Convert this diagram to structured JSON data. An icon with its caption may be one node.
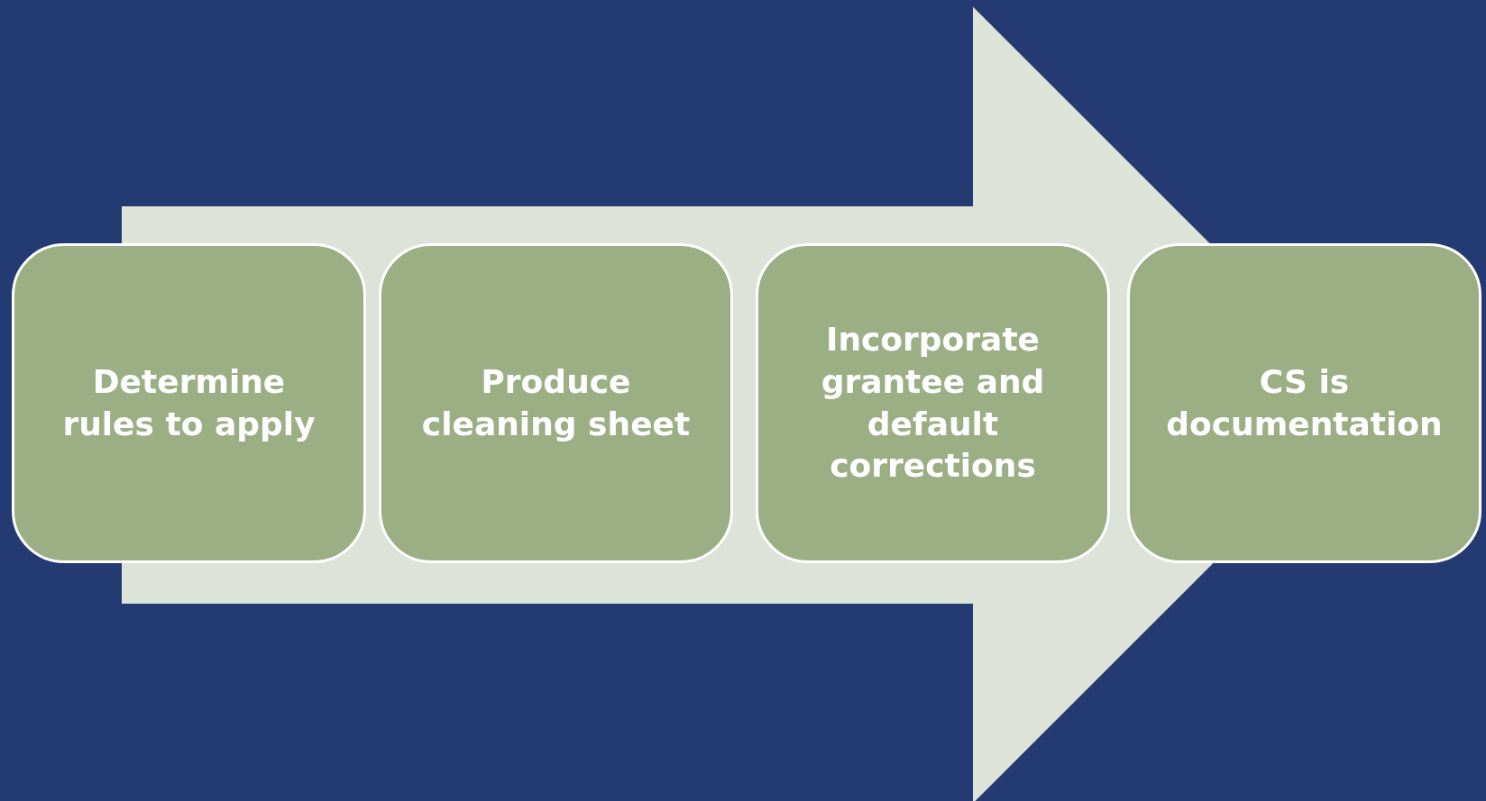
{
  "diagram": {
    "nodes": [
      {
        "text": [
          "Determine rules to apply"
        ]
      },
      {
        "text": [
          "Produce cleaning sheet"
        ]
      },
      {
        "text": [
          "Incorporate grantee and default corrections"
        ]
      },
      {
        "text": [
          "CS is documentation"
        ]
      }
    ],
    "edges": [
      {
        "from": 0,
        "to": 3,
        "arrow": "to",
        "style": "thick"
      }
    ]
  }
}
